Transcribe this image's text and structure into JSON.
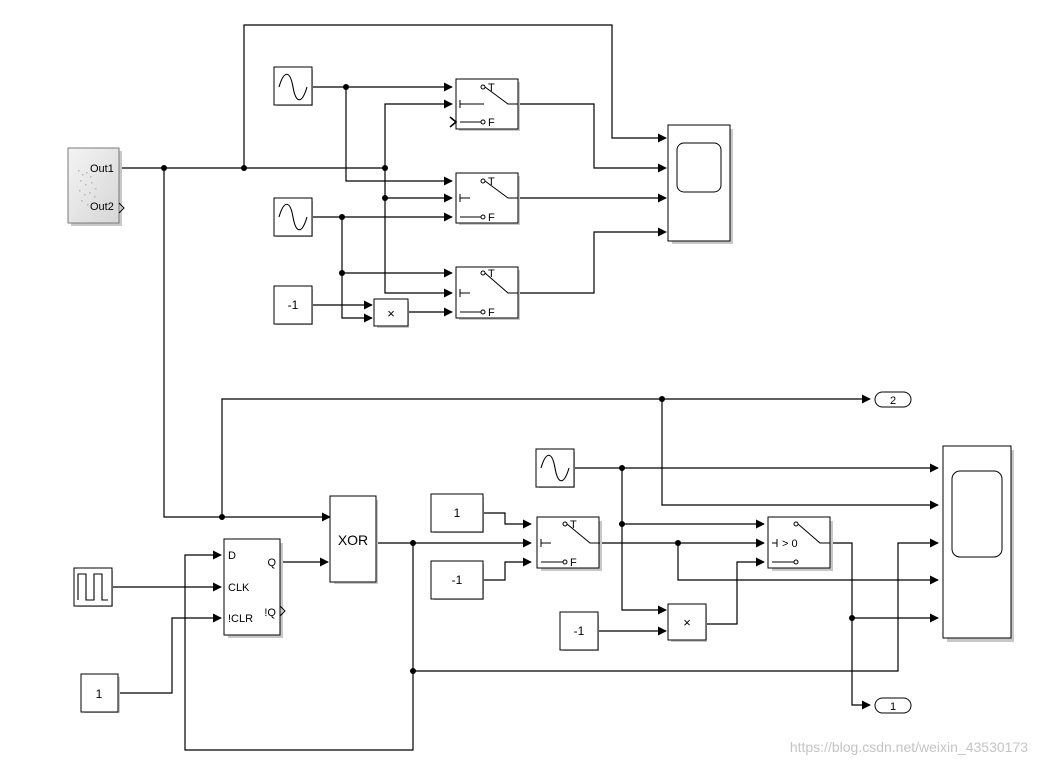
{
  "subsystem": {
    "out1": "Out1",
    "out2": "Out2"
  },
  "switches": {
    "true_label": "T",
    "false_label": "F",
    "threshold_label": "> 0"
  },
  "constants": {
    "neg_one": "-1",
    "one": "1"
  },
  "product_symbol": "×",
  "logic": {
    "xor": "XOR"
  },
  "flipflop": {
    "d": "D",
    "clk": "CLK",
    "clr": "!CLR",
    "q": "Q",
    "nq": "!Q"
  },
  "outports": {
    "out2": "2",
    "out1": "1"
  },
  "watermark": "https://blog.csdn.net/weixin_43530173"
}
